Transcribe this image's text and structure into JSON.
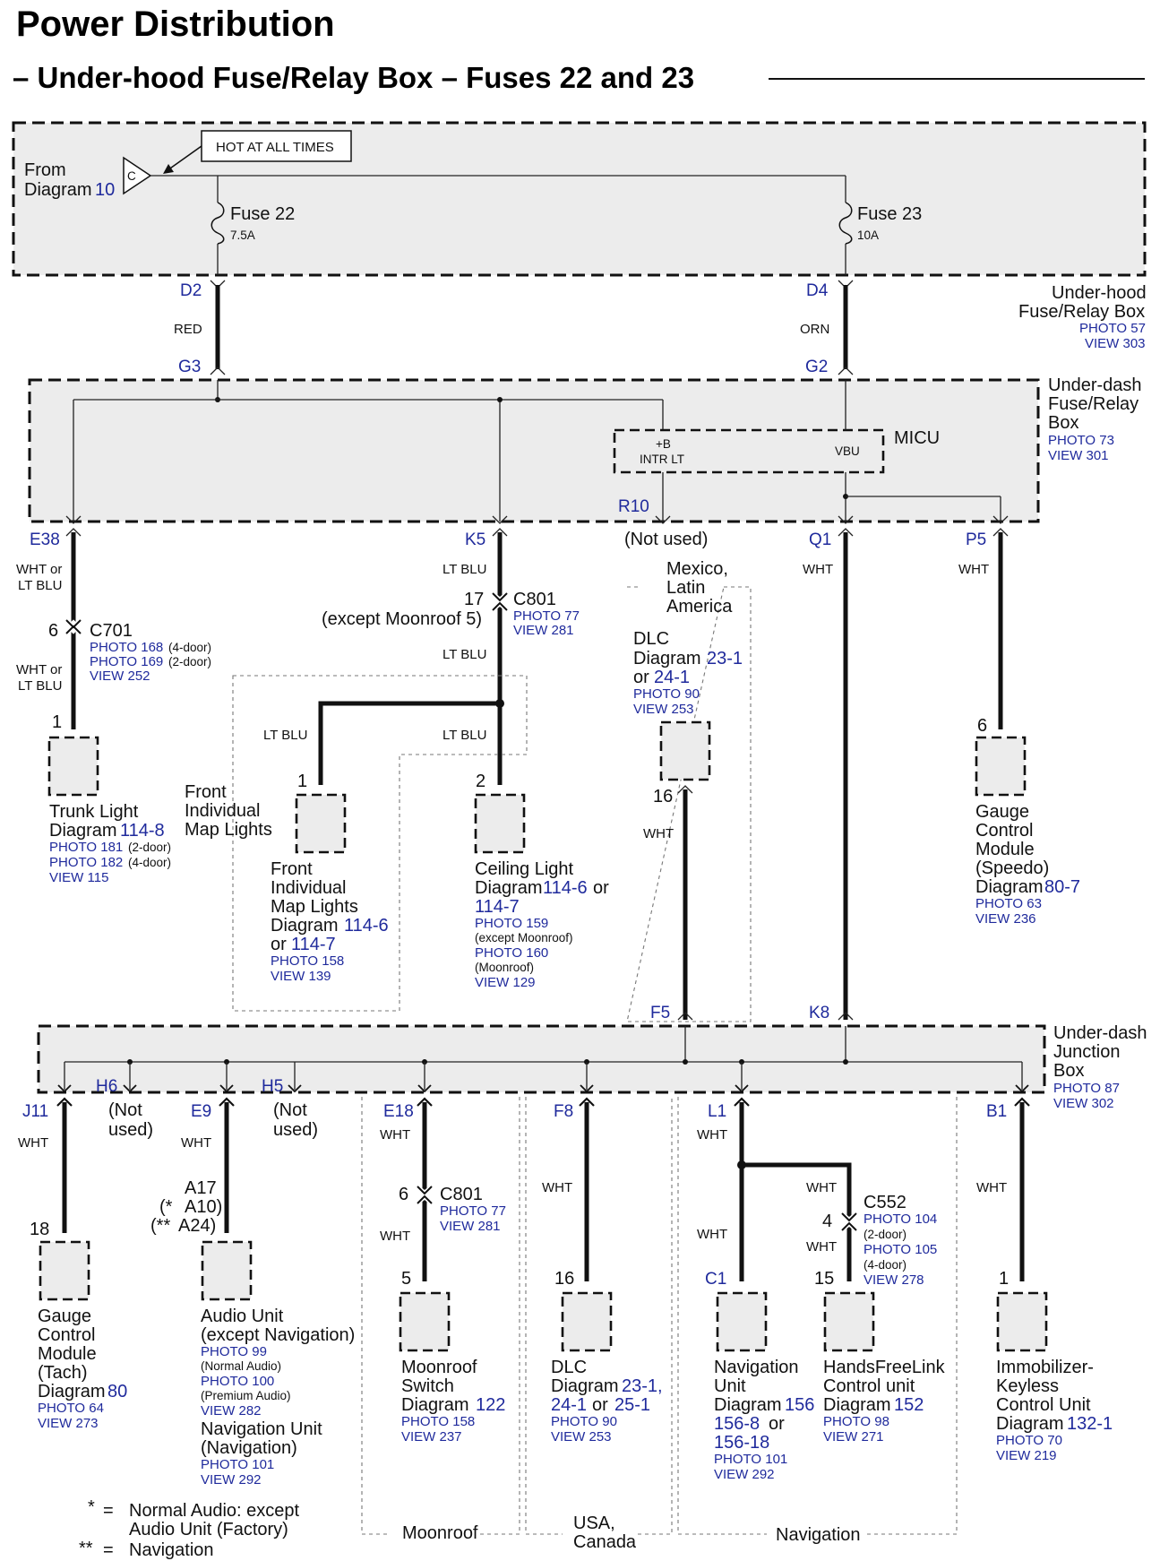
{
  "title": "Power Distribution",
  "subtitle": "– Under-hood Fuse/Relay Box – Fuses 22 and 23",
  "hot_label": "HOT AT ALL TIMES",
  "from": {
    "line1": "From",
    "line2": "Diagram",
    "num": "10",
    "connector": "C"
  },
  "fuse22": {
    "name": "Fuse 22",
    "rating": "7.5A"
  },
  "fuse23": {
    "name": "Fuse 23",
    "rating": "10A"
  },
  "underhood_box": {
    "l1": "Under-hood",
    "l2": "Fuse/Relay Box",
    "photo": "PHOTO 57",
    "view": "VIEW 303"
  },
  "underdash_box": {
    "l1": "Under-dash",
    "l2": "Fuse/Relay",
    "l3": "Box",
    "photo": "PHOTO 73",
    "view": "VIEW 301"
  },
  "junction_box": {
    "l1": "Under-dash",
    "l2": "Junction",
    "l3": "Box",
    "photo": "PHOTO 87",
    "view": "VIEW 302"
  },
  "micu": {
    "label": "MICU",
    "b": "+B",
    "intr": "INTR LT",
    "vbu": "VBU"
  },
  "pins": {
    "d2": "D2",
    "d4": "D4",
    "g3": "G3",
    "g2": "G2",
    "e38": "E38",
    "k5": "K5",
    "r10": "R10",
    "q1": "Q1",
    "p5": "P5",
    "f5": "F5",
    "k8": "K8",
    "j11": "J11",
    "h6": "H6",
    "e9": "E9",
    "h5": "H5",
    "e18": "E18",
    "f8": "F8",
    "l1": "L1",
    "b1": "B1",
    "c1": "C1"
  },
  "wires": {
    "red": "RED",
    "orn": "ORN",
    "wht_lt_blu": "WHT or\nLT BLU",
    "lt_blu": "LT BLU",
    "wht": "WHT"
  },
  "not_used": "(Not used)",
  "not_used_l1": "(Not",
  "not_used_l2": "used)",
  "c701": {
    "name": "C701",
    "pin": "6",
    "p1": "PHOTO 168",
    "p1n": "(4-door)",
    "p2": "PHOTO 169",
    "p2n": "(2-door)",
    "view": "VIEW 252"
  },
  "c801": {
    "name": "C801",
    "pin": "17",
    "note": "(except Moonroof 5)",
    "photo": "PHOTO 77",
    "view": "VIEW 281"
  },
  "c801b": {
    "name": "C801",
    "pin": "6",
    "photo": "PHOTO 77",
    "view": "VIEW 281"
  },
  "c552": {
    "name": "C552",
    "pin": "4",
    "p1": "PHOTO 104",
    "p1n": "(2-door)",
    "p2": "PHOTO 105",
    "p2n": "(4-door)",
    "view": "VIEW 278"
  },
  "mexico": {
    "l1": "Mexico,",
    "l2": "Latin",
    "l3": "America"
  },
  "front_map_group": {
    "l1": "Front",
    "l2": "Individual",
    "l3": "Map Lights"
  },
  "trunk": {
    "pin": "1",
    "l1": "Trunk Light",
    "diag": "Diagram",
    "num": "114-8",
    "p1": "PHOTO 181",
    "p1n": "(2-door)",
    "p2": "PHOTO 182",
    "p2n": "(4-door)",
    "view": "VIEW 115"
  },
  "maplights": {
    "pin": "1",
    "l1": "Front",
    "l2": "Individual",
    "l3": "Map Lights",
    "diag": "Diagram",
    "num1": "114-6",
    "or": "or",
    "num2": "114-7",
    "photo": "PHOTO 158",
    "view": "VIEW 139"
  },
  "ceiling": {
    "pin": "2",
    "l1": "Ceiling Light",
    "diag": "Diagram",
    "num1": "114-6",
    "or": "or",
    "num2": "114-7",
    "p1": "PHOTO 159",
    "p1n": "(except Moonroof)",
    "p2": "PHOTO 160",
    "p2n": "(Moonroof)",
    "view": "VIEW 129"
  },
  "dlc_top": {
    "pin": "16",
    "l1": "DLC",
    "diag": "Diagram",
    "num1": "23-1",
    "or": "or",
    "num2": "24-1",
    "photo": "PHOTO 90",
    "view": "VIEW 253"
  },
  "gauge_speedo": {
    "pin": "6",
    "l1": "Gauge",
    "l2": "Control",
    "l3": "Module",
    "l4": "(Speedo)",
    "diag": "Diagram",
    "num": "80-7",
    "photo": "PHOTO 63",
    "view": "VIEW 236"
  },
  "gauge_tach": {
    "pin": "18",
    "l1": "Gauge",
    "l2": "Control",
    "l3": "Module",
    "l4": "(Tach)",
    "diag": "Diagram",
    "num": "80",
    "photo": "PHOTO 64",
    "view": "VIEW 273"
  },
  "audio": {
    "pin1": "A17",
    "pin2": "A10)",
    "pin3": "A24)",
    "m1": "(*",
    "m2": "(**",
    "l1": "Audio Unit",
    "l2": "(except Navigation)",
    "p1": "PHOTO 99",
    "p1n": "(Normal Audio)",
    "p2": "PHOTO 100",
    "p2n": "(Premium Audio)",
    "view": "VIEW 282",
    "l3": "Navigation Unit",
    "l4": "(Navigation)",
    "p3": "PHOTO 101",
    "view2": "VIEW 292"
  },
  "moonroof_sw": {
    "pin": "5",
    "l1": "Moonroof",
    "l2": "Switch",
    "diag": "Diagram",
    "num": "122",
    "photo": "PHOTO 158",
    "view": "VIEW 237"
  },
  "dlc_bottom": {
    "pin": "16",
    "l1": "DLC",
    "diag": "Diagram",
    "num1": "23-1,",
    "num2": "24-1",
    "or": "or",
    "num3": "25-1",
    "photo": "PHOTO 90",
    "view": "VIEW 253"
  },
  "nav_unit": {
    "l1": "Navigation",
    "l2": "Unit",
    "diag": "Diagram",
    "num1": "156",
    "num2": "156-8",
    "or": "or",
    "num3": "156-18",
    "photo": "PHOTO 101",
    "view": "VIEW 292"
  },
  "hfl": {
    "pin": "15",
    "l1": "HandsFreeLink",
    "l2": "Control unit",
    "diag": "Diagram",
    "num": "152",
    "photo": "PHOTO 98",
    "view": "VIEW 271"
  },
  "immob": {
    "pin": "1",
    "l1": "Immobilizer-",
    "l2": "Keyless",
    "l3": "Control Unit",
    "diag": "Diagram",
    "num": "132-1",
    "photo": "PHOTO 70",
    "view": "VIEW 219"
  },
  "groups": {
    "moonroof": "Moonroof",
    "usa1": "USA,",
    "usa2": "Canada",
    "nav": "Navigation"
  },
  "legend": {
    "s1": "*",
    "eq": "=",
    "l1a": "Normal Audio: except",
    "l1b": "Audio Unit (Factory)",
    "s2": "**",
    "l2": "Navigation"
  }
}
